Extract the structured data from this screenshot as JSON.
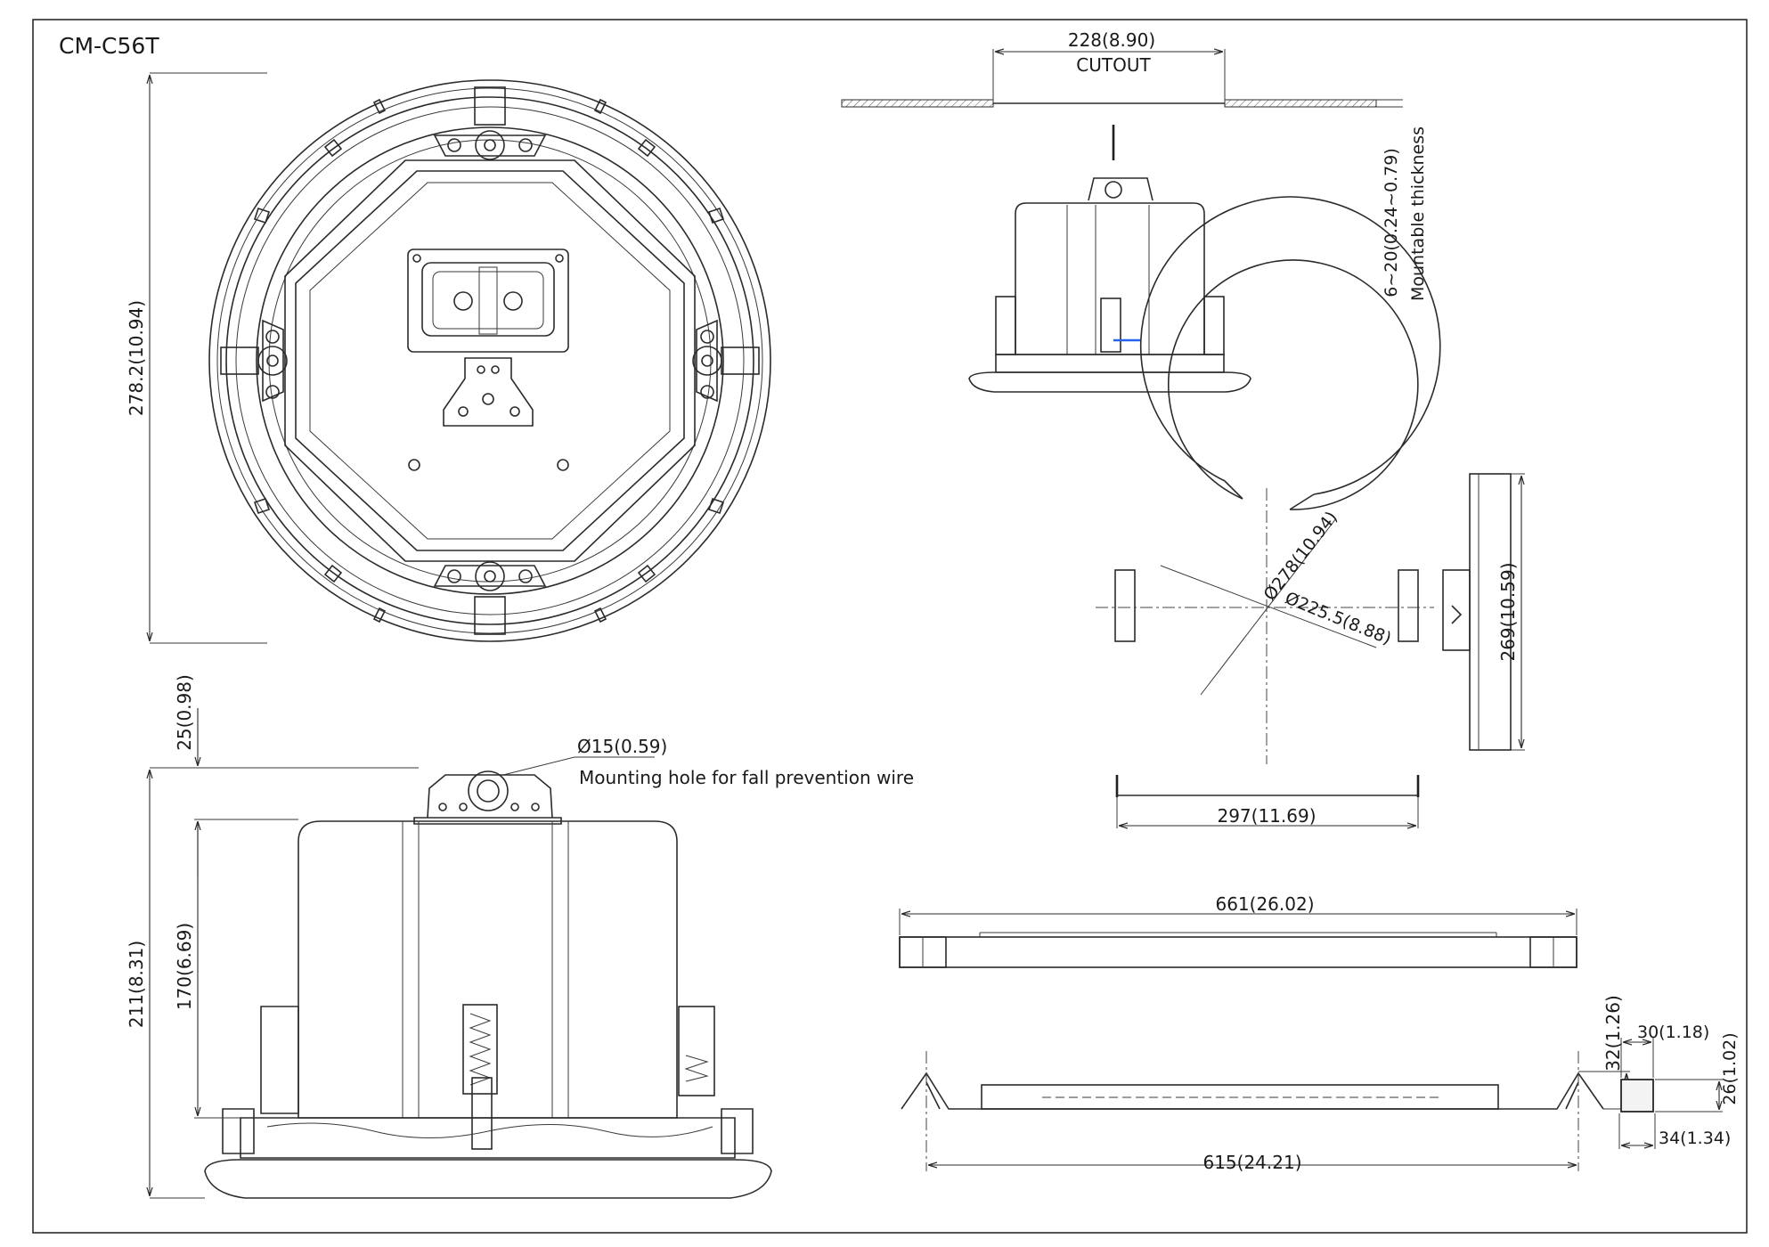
{
  "model": "CM-C56T",
  "cutout": {
    "dimension": "228(8.90)",
    "label": "CUTOUT"
  },
  "mountable": {
    "dimension": "6~20(0.24~0.79)",
    "label": "Mountable thickness"
  },
  "front_view": {
    "height": "278.2(10.94)"
  },
  "side_view": {
    "top": "25(0.98)",
    "total_height": "211(8.31)",
    "body_height": "170(6.69)",
    "hole_diameter": "Ø15(0.59)",
    "hole_note": "Mounting hole for fall prevention wire"
  },
  "ring_view": {
    "outer_diameter": "Ø278(10.94)",
    "inner_diameter": "Ø225.5(8.88)",
    "width": "297(11.69)",
    "height": "269(10.59)"
  },
  "rail_view": {
    "length": "661(26.02)",
    "span": "615(24.21)",
    "height": "32(1.26)"
  },
  "clip_view": {
    "width": "30(1.18)",
    "height": "26(1.02)",
    "depth": "34(1.34)"
  }
}
